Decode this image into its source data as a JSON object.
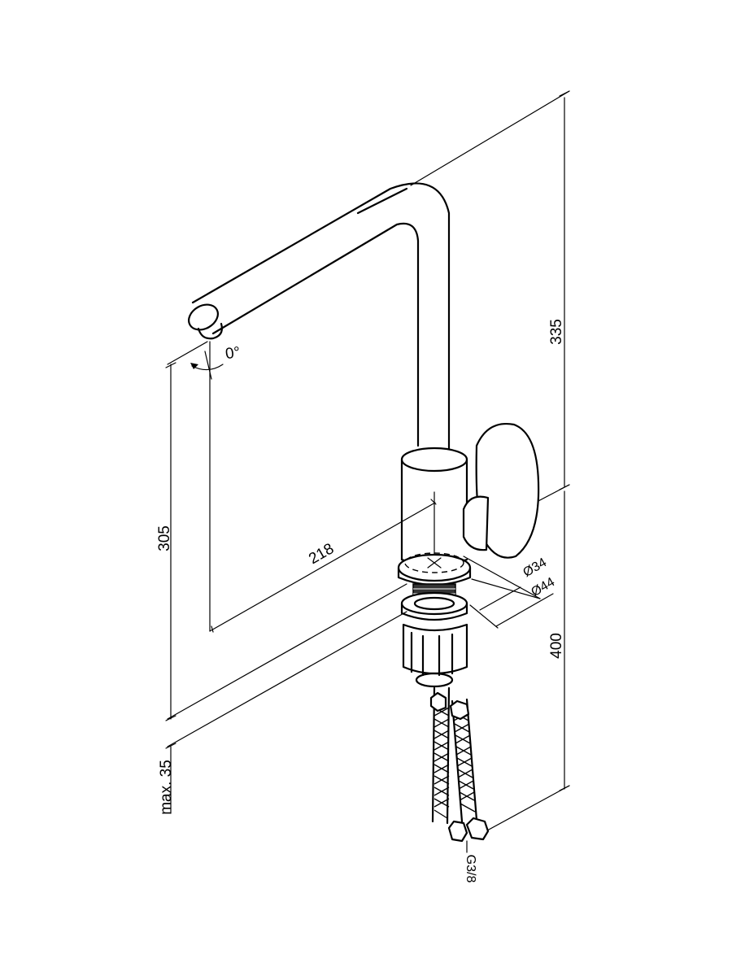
{
  "dimensions": {
    "height_total": "335",
    "spout_height": "305",
    "reach": "218",
    "hose_length": "400",
    "deck_thickness": "max. 35",
    "inner_diameter": "Ø34",
    "base_diameter": "Ø44",
    "swivel_angle": "0°",
    "connection": "G3/8"
  }
}
